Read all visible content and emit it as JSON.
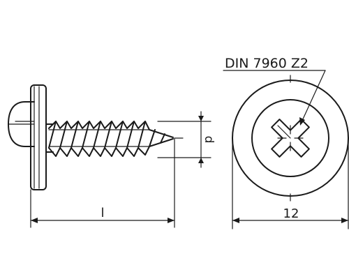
{
  "drawing": {
    "standard_label": "DIN 7960 Z2",
    "length_label": "l",
    "diameter_label": "d",
    "width_label": "12"
  },
  "colors": {
    "line": "#1a1a1a",
    "background": "#ffffff"
  },
  "parts": {
    "side_view": "screw-side-view",
    "top_view": "screw-head-top-view",
    "recess": "pozidriv-cross-recess"
  }
}
